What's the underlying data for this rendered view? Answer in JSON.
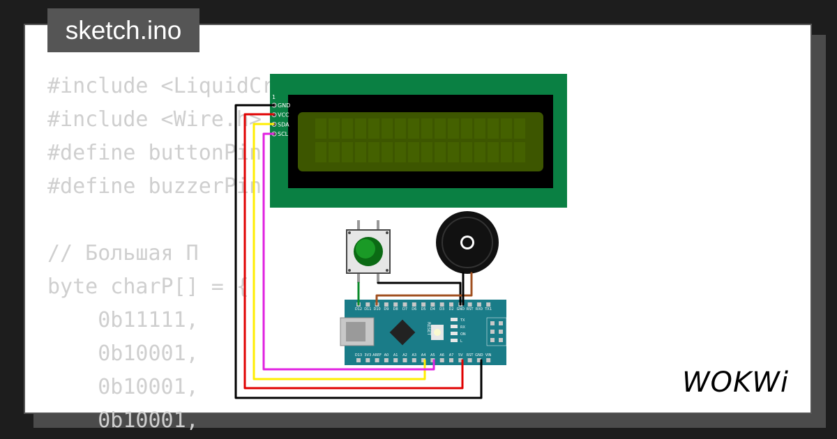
{
  "tab": {
    "filename": "sketch.ino"
  },
  "code_lines": [
    "#include <LiquidCrystal_I2C.h>",
    "#include <Wire.h>",
    "#define buttonPin 2",
    "#define buzzerPin 3",
    "",
    "// Большая П",
    "byte charP[] = {",
    "    0b11111,",
    "    0b10001,",
    "    0b10001,",
    "    0b10001,"
  ],
  "lcd": {
    "pins": [
      "GND",
      "VCC",
      "SDA",
      "SCL"
    ],
    "pin1_label": "1"
  },
  "arduino": {
    "top_labels": [
      "D12",
      "D11",
      "D10",
      "D9",
      "D8",
      "D7",
      "D6",
      "D5",
      "D4",
      "D3",
      "D2",
      "GND",
      "RST",
      "RX0",
      "TX1"
    ],
    "bottom_labels": [
      "D13",
      "3V3",
      "AREF",
      "A0",
      "A1",
      "A2",
      "A3",
      "A4",
      "A5",
      "A6",
      "A7",
      "5V",
      "RST",
      "GND",
      "VIN"
    ],
    "reset_label": "RESET",
    "leds": [
      "TX",
      "RX",
      "ON",
      "L"
    ]
  },
  "brand": {
    "logo": "WOKWi"
  },
  "colors": {
    "lcd_board": "#0a8043",
    "lcd_screen": "#3d5600",
    "arduino": "#1a7c88",
    "wire_gnd": "#000000",
    "wire_vcc": "#e00000",
    "wire_sda": "#ffee00",
    "wire_scl": "#e020e0",
    "wire_button": "#0a8a2a",
    "wire_buzzer": "#a05020"
  }
}
